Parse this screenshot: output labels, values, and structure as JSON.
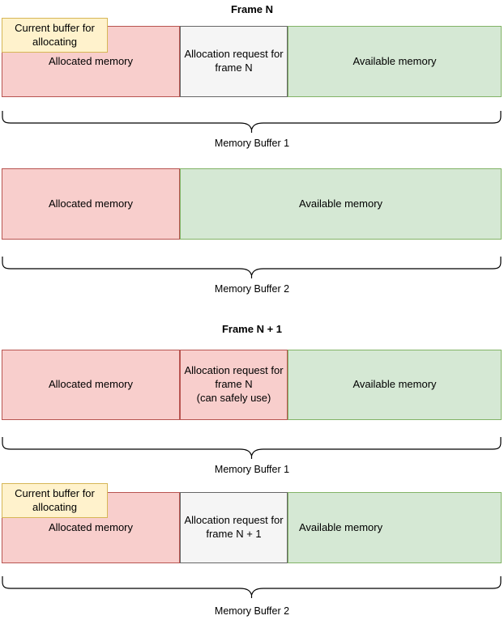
{
  "diagram": {
    "frame_n": {
      "title": "Frame N",
      "note": "Current buffer for\nallocating",
      "buffer1": {
        "allocated": "Allocated memory",
        "request": "Allocation request for\nframe N",
        "available": "Available memory",
        "label": "Memory Buffer 1"
      },
      "buffer2": {
        "allocated": "Allocated memory",
        "available": "Available memory",
        "label": "Memory Buffer 2"
      }
    },
    "frame_n_plus_1": {
      "title": "Frame N + 1",
      "note": "Current buffer for\nallocating",
      "buffer1": {
        "allocated": "Allocated memory",
        "request": "Allocation request for\nframe N\n(can safely use)",
        "available": "Available memory",
        "label": "Memory Buffer 1"
      },
      "buffer2": {
        "allocated": "Allocated memory",
        "request": "Allocation request for\nframe N + 1",
        "available": "Available memory",
        "label": "Memory Buffer 2"
      }
    },
    "colors": {
      "allocated_fill": "#F8CECC",
      "allocated_stroke": "#B85450",
      "available_fill": "#D5E8D4",
      "available_stroke": "#82B366",
      "request_fill": "#F5F5F5",
      "request_stroke": "#666666",
      "note_fill": "#FFF2CC",
      "note_stroke": "#D6B656"
    }
  }
}
